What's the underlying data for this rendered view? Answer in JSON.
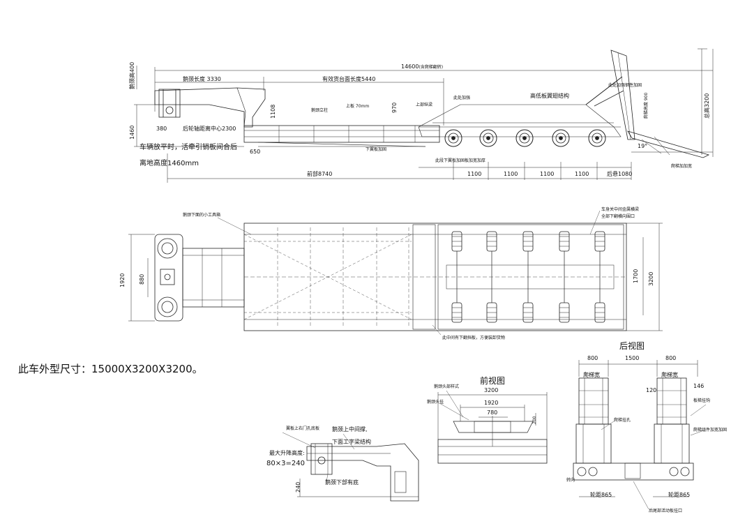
{
  "side_view": {
    "overall_length": "14600",
    "overall_length_note": "(含爬梯翻转)",
    "gooseneck_length": "鹅颈长度 3330",
    "gooseneck_height": "鹅颈高400",
    "platform_length": "有效货台面长度5440",
    "dim_1108": "1108",
    "dim_970": "970",
    "top_plate": "上板 70mm",
    "king_pin_height": "1460",
    "dim_380": "380",
    "king_pin_to_front": "后轮轴距离中心2300",
    "dim_650": "650",
    "lower_plate": "下翼板加固",
    "note_lowered_1": "车辆放平时，活牵引销板间合后",
    "note_lowered_2": "离地高度1460mm",
    "wheelbase_note": "此段下翼板加固板加宽加厚",
    "high_low_plate": "高低板翼翅结构",
    "ladder_height": "爬梯高度 900",
    "total_height": "总高3200",
    "ladder_angle": "19°",
    "ladder_note": "爬梯加加宽",
    "axle_spacing": [
      "1100",
      "1100",
      "1100",
      "1100"
    ],
    "rear_overhang": "后悬1080",
    "front_length": "前部8740",
    "mid_label_a": "此处加强",
    "mid_label_b": "鹅颈立柱",
    "mid_label_c": "上部纵梁",
    "suspension_note": "此处加强钢性加固"
  },
  "plan_view": {
    "width_1920": "1920",
    "width_880": "880",
    "overall_width": "3200",
    "axle_width": "1700",
    "note_top_left": "鹅颈下面的小工具箱",
    "note_top_right_1": "车身关中间金属横梁",
    "note_top_right_2": "全部下翻横向围口",
    "note_bottom": "此中间有下翻挡板，方便装卸货物"
  },
  "spec": {
    "text": "此车外型尺寸：15000X3200X3200。"
  },
  "rear_view": {
    "title": "后视图",
    "dim_left": "800",
    "dim_mid": "1500",
    "dim_right": "800",
    "ladder_left": "爬梯宽",
    "ladder_right": "爬梯宽",
    "dim_146": "146",
    "dim_120": "120",
    "wheel_left": "轮距865",
    "wheel_right": "轮距865",
    "note_a": "板梯挂钩",
    "note_b": "爬梯挂孔",
    "note_c": "爬梯组件加宽加固",
    "note_d": "后尾部活动板挂口",
    "note_e": "转向"
  },
  "front_view": {
    "title": "前视图",
    "overall": "3200",
    "dim_1920": "1920",
    "dim_780": "780",
    "dim_200": "200",
    "note_a": "鹅颈头部样式",
    "note_b": "鹅颈头挂"
  },
  "detail_view": {
    "note_a": "翼板上右门孔底板",
    "note_b": "鹅颈上中间撑,",
    "note_c": "下面工字梁结构",
    "note_d": "最大升降高度:",
    "note_e": "80×3=240",
    "note_f": "鹅颈下部有底",
    "dim_240": "240"
  }
}
